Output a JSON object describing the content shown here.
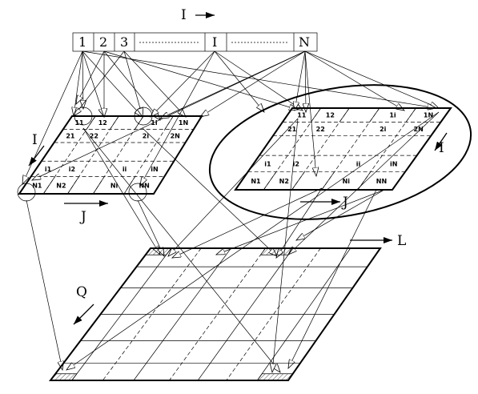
{
  "diagram": {
    "vector": {
      "direction_label": "I",
      "cells": [
        "1",
        "2",
        "3",
        "I",
        "N"
      ]
    },
    "left_grid": {
      "axis_i": "I",
      "axis_j": "J",
      "cells": [
        {
          "id": "11",
          "text": "11"
        },
        {
          "id": "12",
          "text": "12"
        },
        {
          "id": "1i",
          "text": "1i"
        },
        {
          "id": "1N",
          "text": "1N"
        },
        {
          "id": "21",
          "text": "21"
        },
        {
          "id": "22",
          "text": "22"
        },
        {
          "id": "2i",
          "text": "2i"
        },
        {
          "id": "2N",
          "text": "2N"
        },
        {
          "id": "i1",
          "text": "i1"
        },
        {
          "id": "i2",
          "text": "i2"
        },
        {
          "id": "ii",
          "text": "ii"
        },
        {
          "id": "iN",
          "text": "iN"
        },
        {
          "id": "N1",
          "text": "N1"
        },
        {
          "id": "N2",
          "text": "N2"
        },
        {
          "id": "Ni",
          "text": "Ni"
        },
        {
          "id": "NN",
          "text": "NN"
        }
      ]
    },
    "right_grid": {
      "axis_i": "I",
      "axis_j": "J",
      "cells": [
        {
          "id": "11",
          "text": "11"
        },
        {
          "id": "12",
          "text": "12"
        },
        {
          "id": "1i",
          "text": "1i"
        },
        {
          "id": "1N",
          "text": "1N"
        },
        {
          "id": "21",
          "text": "21"
        },
        {
          "id": "22",
          "text": "22"
        },
        {
          "id": "2i",
          "text": "2i"
        },
        {
          "id": "2N",
          "text": "2N"
        },
        {
          "id": "i1",
          "text": "i1"
        },
        {
          "id": "i2",
          "text": "i2"
        },
        {
          "id": "ii",
          "text": "ii"
        },
        {
          "id": "iN",
          "text": "iN"
        },
        {
          "id": "N1",
          "text": "N1"
        },
        {
          "id": "N2",
          "text": "N2"
        },
        {
          "id": "Ni",
          "text": "Ni"
        },
        {
          "id": "NN",
          "text": "NN"
        }
      ]
    },
    "bottom_grid": {
      "axis_l": "L",
      "axis_q": "Q"
    }
  }
}
